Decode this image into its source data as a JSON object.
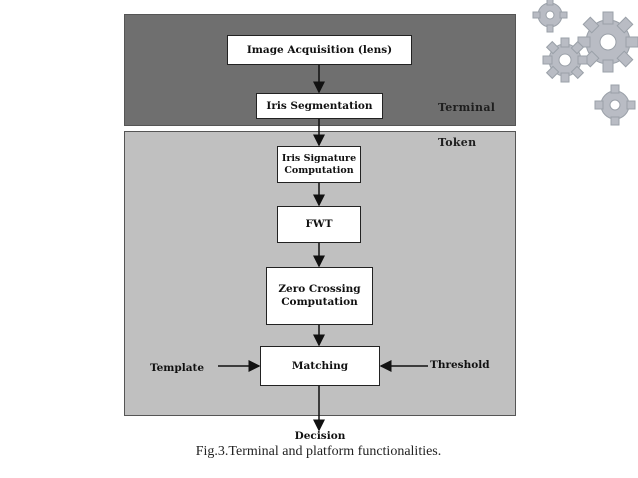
{
  "diagram": {
    "regions": {
      "terminal": "Terminal",
      "token": "Token"
    },
    "nodes": {
      "image_acquisition": "Image Acquisition (lens)",
      "iris_segmentation": "Iris Segmentation",
      "iris_signature": "Iris Signature\nComputation",
      "fwt": "FWT",
      "zero_crossing": "Zero Crossing\nComputation",
      "matching": "Matching",
      "template": "Template",
      "threshold": "Threshold",
      "decision": "Decision"
    },
    "caption": "Fig.3.Terminal and platform functionalities."
  },
  "colors": {
    "terminal_region": "#6f6f6f",
    "token_region": "#c0c0c0",
    "gear_icon": "#b9bcc4"
  },
  "icons": [
    "gears-icon"
  ]
}
